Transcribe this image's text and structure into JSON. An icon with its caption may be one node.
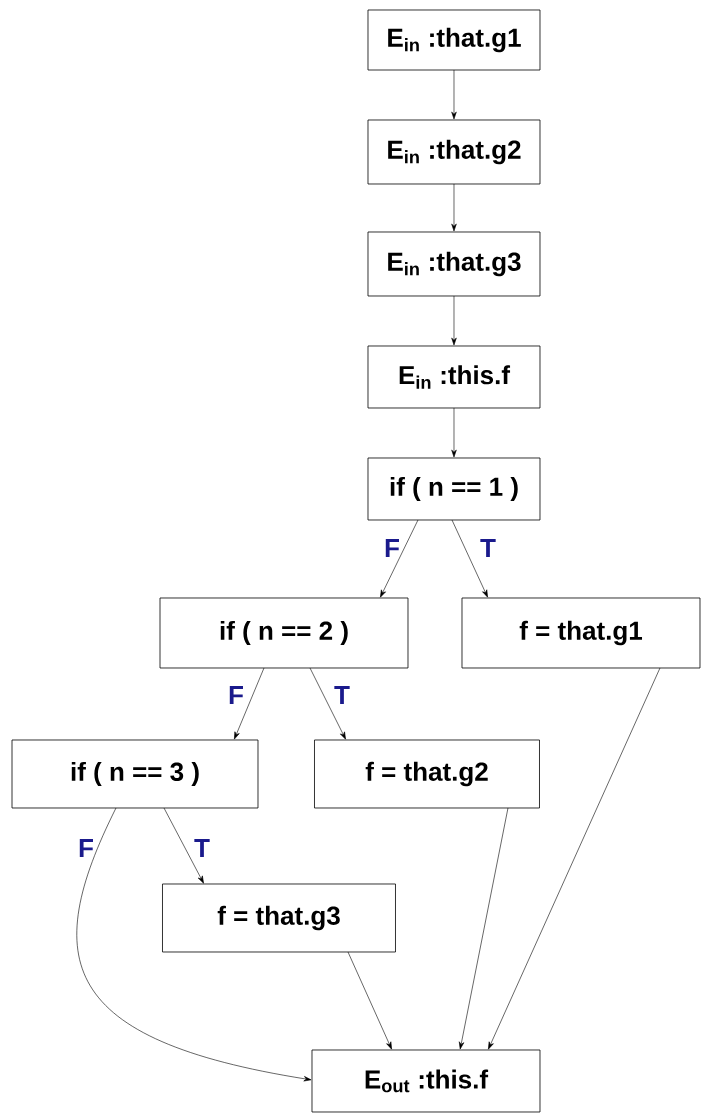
{
  "diagram": {
    "nodes": [
      {
        "text": [
          "E$_{in}$ :that.g1"
        ]
      },
      {
        "text": [
          "E$_{in}$ :that.g2"
        ]
      },
      {
        "text": [
          "E$_{in}$ :that.g3"
        ]
      },
      {
        "text": [
          "E$_{in}$ :this.f"
        ]
      },
      {
        "text": [
          "if ( n == 1 )"
        ]
      },
      {
        "text": [
          "if ( n == 2 )"
        ]
      },
      {
        "text": [
          "f = that.g1"
        ]
      },
      {
        "text": [
          "if ( n == 3 )"
        ]
      },
      {
        "text": [
          "f = that.g2"
        ]
      },
      {
        "text": [
          "f = that.g3"
        ]
      },
      {
        "text": [
          "E$_{out}$ :this.f"
        ]
      }
    ],
    "edges": [
      {
        "from": 0,
        "to": 1,
        "arrow": "to"
      },
      {
        "from": 1,
        "to": 2,
        "arrow": "to"
      },
      {
        "from": 2,
        "to": 3,
        "arrow": "to"
      },
      {
        "from": 3,
        "to": 4,
        "arrow": "to"
      },
      {
        "from": 4,
        "to": 5,
        "arrow": "to",
        "label": "F"
      },
      {
        "from": 4,
        "to": 6,
        "arrow": "to",
        "label": "T"
      },
      {
        "from": 5,
        "to": 7,
        "arrow": "to",
        "label": "F"
      },
      {
        "from": 5,
        "to": 8,
        "arrow": "to",
        "label": "T"
      },
      {
        "from": 7,
        "to": 10,
        "arrow": "to",
        "label": "F"
      },
      {
        "from": 7,
        "to": 9,
        "arrow": "to",
        "label": "T"
      },
      {
        "from": 9,
        "to": 10,
        "arrow": "to"
      },
      {
        "from": 8,
        "to": 10,
        "arrow": "to"
      },
      {
        "from": 6,
        "to": 10,
        "arrow": "to"
      }
    ]
  }
}
